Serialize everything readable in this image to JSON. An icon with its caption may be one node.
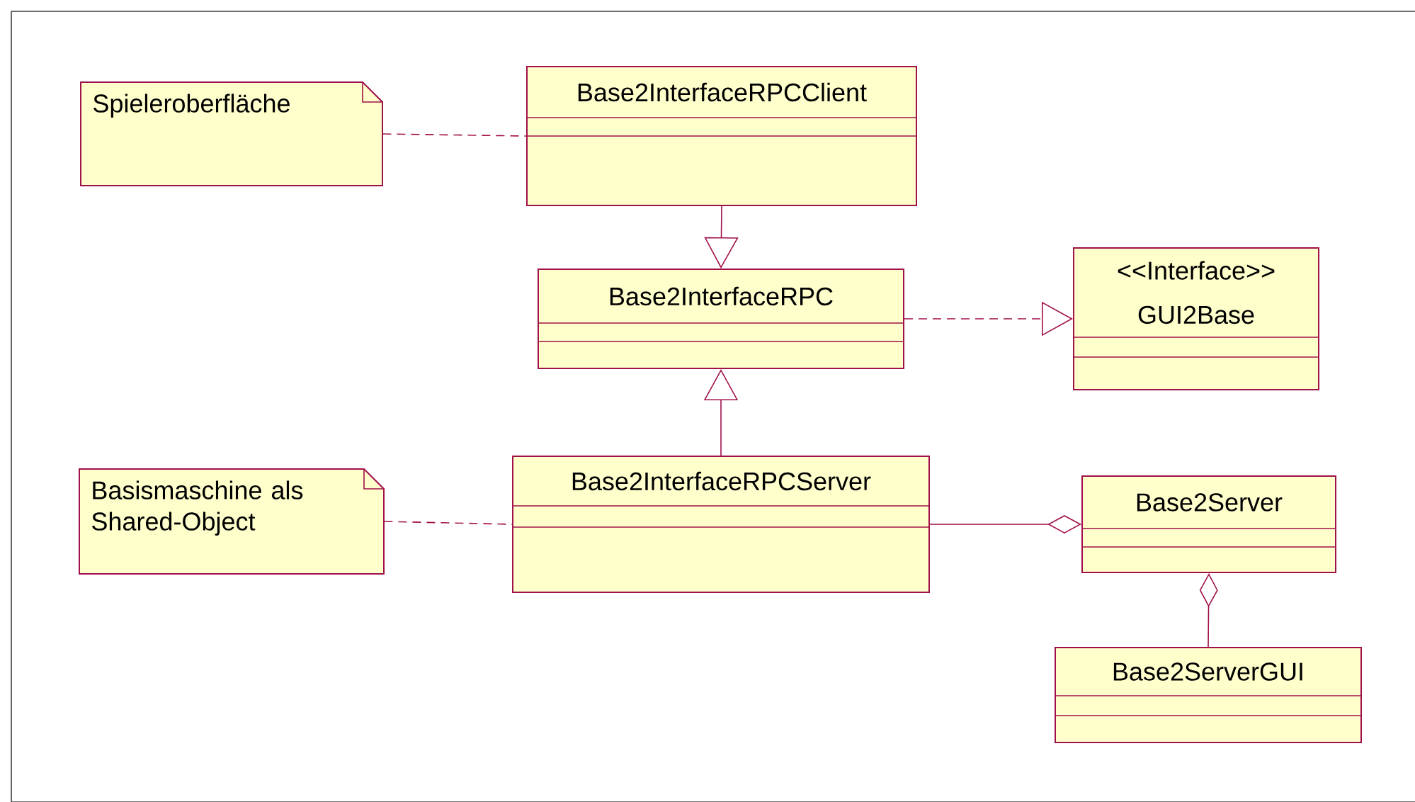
{
  "diagram": {
    "nodes": [
      {
        "text": [
          "Spieleroberfläche"
        ]
      },
      {
        "text": [
          "Base2InterfaceRPCClient"
        ]
      },
      {
        "text": [
          "Base2InterfaceRPC"
        ]
      },
      {
        "text": [
          "<<Interface>>",
          "GUI2Base"
        ]
      },
      {
        "text": [
          "Basismaschine als Shared-Object"
        ]
      },
      {
        "text": [
          "Base2InterfaceRPCServer"
        ]
      },
      {
        "text": [
          "Base2Server"
        ]
      },
      {
        "text": [
          "Base2ServerGUI"
        ]
      }
    ],
    "edges": [
      {
        "from": 0,
        "to": 1,
        "arrow": "none",
        "style": "dashed"
      },
      {
        "from": 1,
        "to": 2,
        "arrow": "to"
      },
      {
        "from": 2,
        "to": 3,
        "arrow": "to",
        "style": "dashed"
      },
      {
        "from": 5,
        "to": 2,
        "arrow": "to"
      },
      {
        "from": 4,
        "to": 5,
        "arrow": "none",
        "style": "dashed"
      },
      {
        "from": 5,
        "to": 6,
        "arrow": "other"
      },
      {
        "from": 7,
        "to": 6,
        "arrow": "other"
      }
    ]
  }
}
